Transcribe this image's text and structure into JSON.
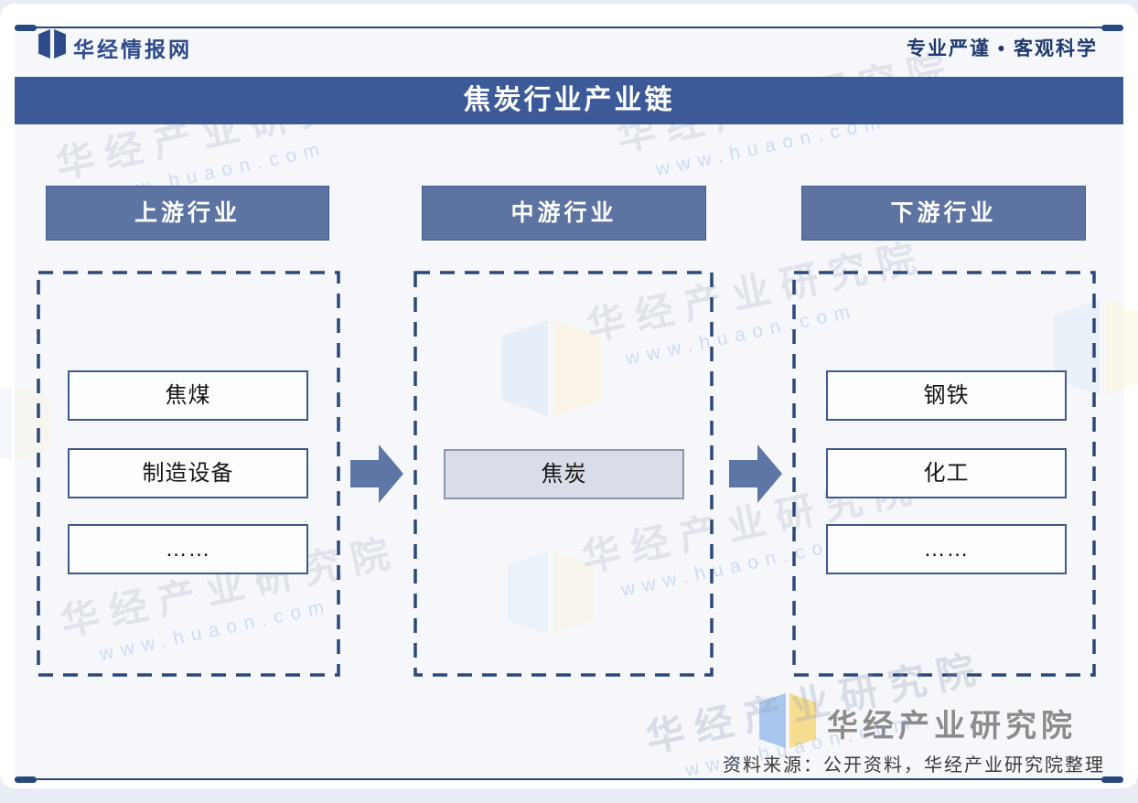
{
  "header": {
    "brand": "华经情报网",
    "tagline": "专业严谨 • 客观科学"
  },
  "title_bar": {
    "title": "焦炭行业产业链"
  },
  "diagram": {
    "columns": [
      {
        "header": "上游行业",
        "items": [
          "焦煤",
          "制造设备",
          "……"
        ]
      },
      {
        "header": "中游行业",
        "items": [
          "焦炭"
        ]
      },
      {
        "header": "下游行业",
        "items": [
          "钢铁",
          "化工",
          "……"
        ]
      }
    ]
  },
  "footer": {
    "logo_text": "华经产业研究院",
    "source": "资料来源：公开资料，华经产业研究院整理"
  },
  "watermark": {
    "text": "华经产业研究院",
    "url": "www.huaon.com"
  },
  "colors": {
    "title_bar_bg": "#3c5a97",
    "column_header_bg": "#5d74a3",
    "highlight_box_bg": "#d9dde8",
    "arrow": "#5e76a5",
    "accent_navy": "#2d4a8a",
    "dash_border": "#2b4878",
    "book_left_page": "#a9c6ef",
    "book_right_page": "#f6dd90"
  }
}
